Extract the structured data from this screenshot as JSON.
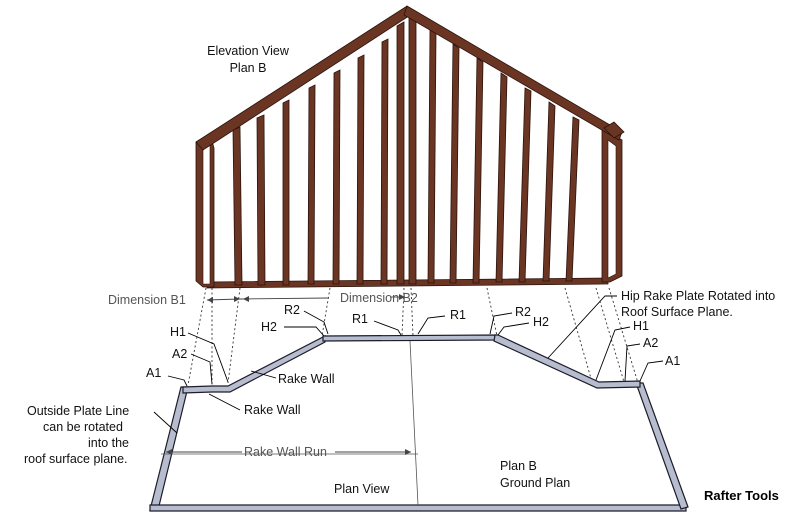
{
  "labels": {
    "elevation_title": "Elevation View",
    "elevation_sub": "Plan B",
    "dimension_b1": "Dimension B1",
    "dimension_b2": "Dimension B2",
    "r2_left": "R2",
    "r1_left": "R1",
    "r1_right": "R1",
    "r2_right": "R2",
    "h2_left": "H2",
    "h2_right": "H2",
    "h1_left": "H1",
    "h1_right": "H1",
    "a2_left": "A2",
    "a2_right": "A2",
    "a1_left": "A1",
    "a1_right": "A1",
    "rake_wall_1": "Rake Wall",
    "rake_wall_2": "Rake Wall",
    "hip_line1": "Hip Rake Plate Rotated into",
    "hip_line2": "Roof Surface Plane.",
    "outside_line1": "Outside Plate Line",
    "outside_line2": "can be rotated",
    "outside_line3": "into the",
    "outside_line4": "roof surface plane.",
    "rake_wall_run": "Rake Wall Run",
    "plan_view": "Plan View",
    "plan_b": "Plan B",
    "ground_plan": "Ground Plan",
    "brand": "Rafter Tools"
  },
  "colors": {
    "framing": "#6b3524",
    "plate": "#b8bccf",
    "outline": "#1c1d2a"
  }
}
